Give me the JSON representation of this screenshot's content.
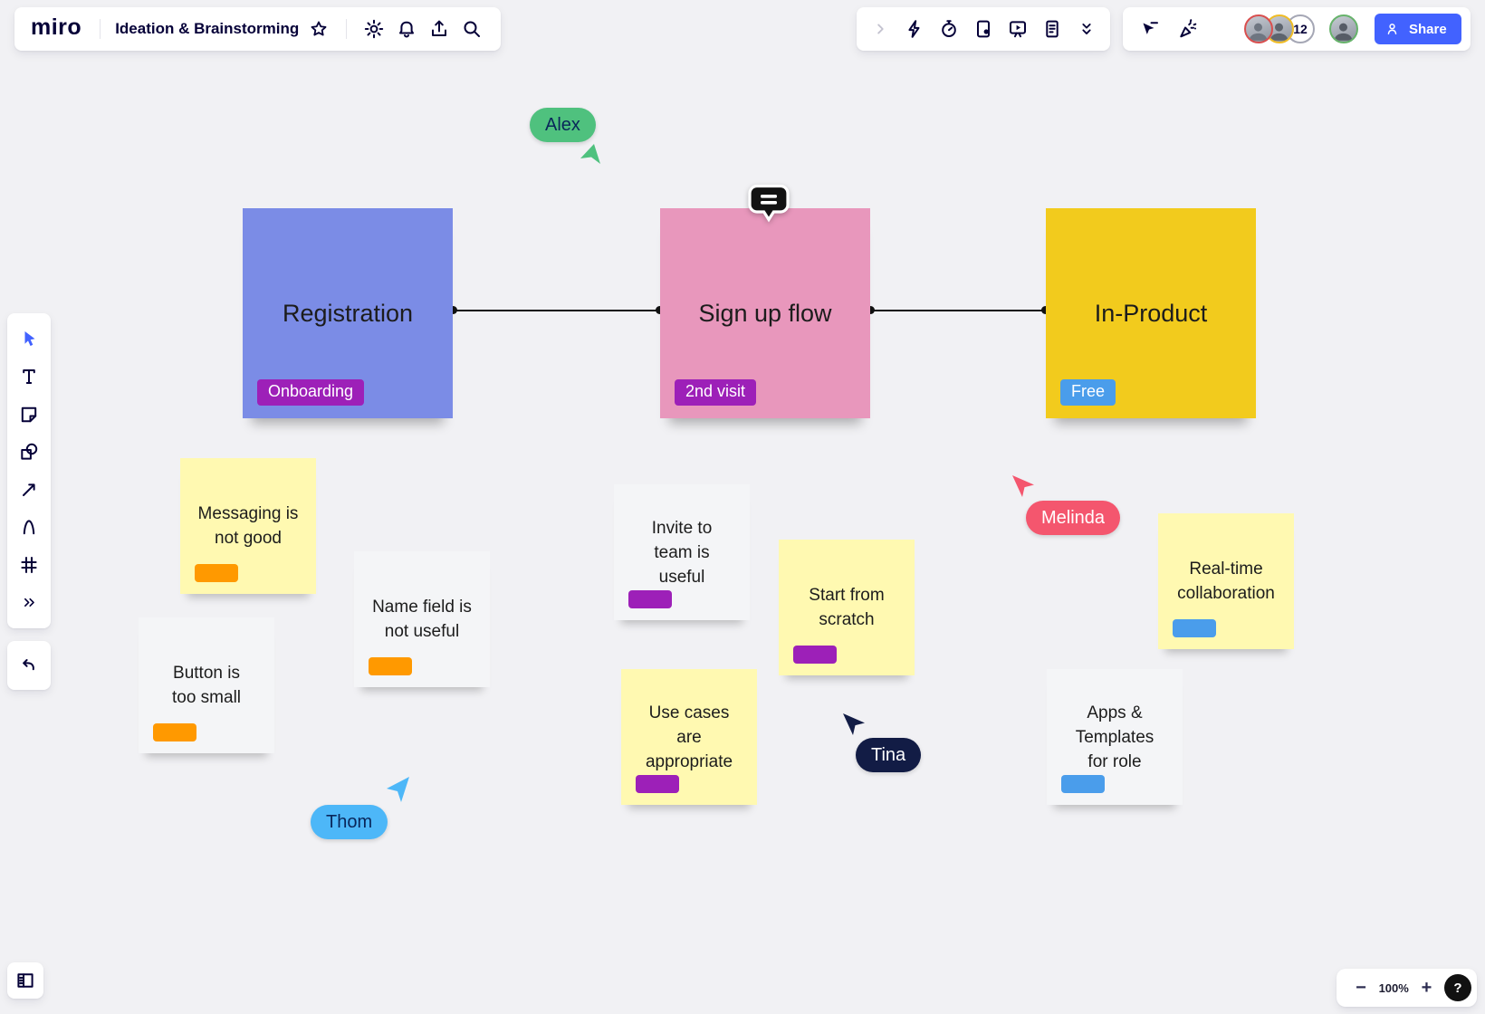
{
  "header": {
    "logo": "miro",
    "board_title": "Ideation & Brainstorming",
    "icons": [
      "star-icon",
      "settings-gear-icon",
      "notifications-bell-icon",
      "export-upload-icon",
      "search-icon"
    ]
  },
  "board_tools": {
    "icons": [
      "expand-chevron-icon",
      "quick-actions-bolt-icon",
      "timer-icon",
      "cards-icon",
      "presentation-icon",
      "notes-icon",
      "collapse-chevrons-icon"
    ]
  },
  "collab": {
    "icons": [
      "follow-cursor-icon",
      "celebrate-confetti-icon"
    ],
    "avatar_rings": [
      "#d94f4f",
      "#efbc26",
      "#67b36b"
    ],
    "overflow_count": "12",
    "share_label": "Share",
    "accent": "#4262ff"
  },
  "left_toolbar": {
    "tools": [
      "select-cursor",
      "text",
      "sticky-note",
      "shapes",
      "connection-arrow",
      "pen",
      "frame",
      "more-tools"
    ],
    "selected": "select-cursor",
    "selected_color": "#4262ff",
    "undo": "undo-arrow-icon"
  },
  "canvas": {
    "bg": "#f1f1f4",
    "big_notes": [
      {
        "text": "Registration",
        "bg": "#7b8ce6",
        "tag": "Onboarding",
        "tag_bg": "#9d20b8"
      },
      {
        "text": "Sign up flow",
        "bg": "#e897bc",
        "tag": "2nd visit",
        "tag_bg": "#9d20b8"
      },
      {
        "text": "In-Product",
        "bg": "#f2cb1d",
        "tag": "Free",
        "tag_bg": "#4a9deb"
      }
    ],
    "small_notes": [
      {
        "text": "Messaging is not good",
        "bg": "#fff9b1",
        "tag_bg": "#ff9900"
      },
      {
        "text": "Name field is not useful",
        "bg": "#f4f5f7",
        "tag_bg": "#ff9900"
      },
      {
        "text": "Button is too small",
        "bg": "#f4f5f7",
        "tag_bg": "#ff9900"
      },
      {
        "text": "Invite to team is useful",
        "bg": "#f4f5f7",
        "tag_bg": "#9d20b8"
      },
      {
        "text": "Start from scratch",
        "bg": "#fff9b1",
        "tag_bg": "#9d20b8"
      },
      {
        "text": "Use cases are appropriate",
        "bg": "#fff9b1",
        "tag_bg": "#9d20b8"
      },
      {
        "text": "Real-time collaboration",
        "bg": "#fff9b1",
        "tag_bg": "#4a9deb"
      },
      {
        "text": "Apps & Templates for role",
        "bg": "#f4f5f7",
        "tag_bg": "#4a9deb"
      }
    ],
    "cursors": [
      {
        "name": "Alex",
        "color": "#4fc17e",
        "text_color": "#09265a"
      },
      {
        "name": "Melinda",
        "color": "#f4566e",
        "text_color": "#ffffff"
      },
      {
        "name": "Tina",
        "color": "#121c45",
        "text_color": "#ffffff"
      },
      {
        "name": "Thom",
        "color": "#4db7f8",
        "text_color": "#09265a"
      }
    ],
    "comment_icon": "comment-bubble-icon"
  },
  "zoom_controls": {
    "minus": "−",
    "level": "100%",
    "plus": "+",
    "help": "?"
  }
}
